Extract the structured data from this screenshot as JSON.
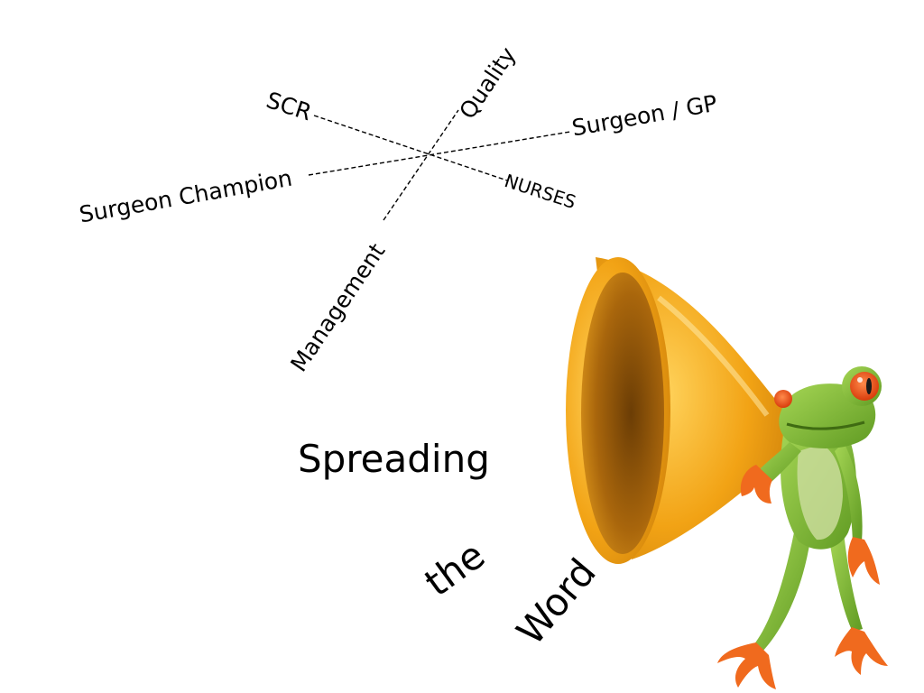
{
  "slide": {
    "diagram": {
      "labels": {
        "scr": "SCR",
        "quality": "Quality",
        "surgeon_gp": "Surgeon / GP",
        "surgeon_champion": "Surgeon Champion",
        "nurses": "NURSES",
        "management": "Management"
      }
    },
    "caption": {
      "line1": "Spreading",
      "line2": "the",
      "line3": "Word"
    },
    "illustration": {
      "icon": "frog-with-megaphone",
      "colors": {
        "megaphone": "#f2a315",
        "megaphone_inner": "#b06c0c",
        "frog_skin": "#8cc43c",
        "frog_eye": "#e8541c",
        "frog_belly": "#c9dc9a"
      }
    }
  }
}
